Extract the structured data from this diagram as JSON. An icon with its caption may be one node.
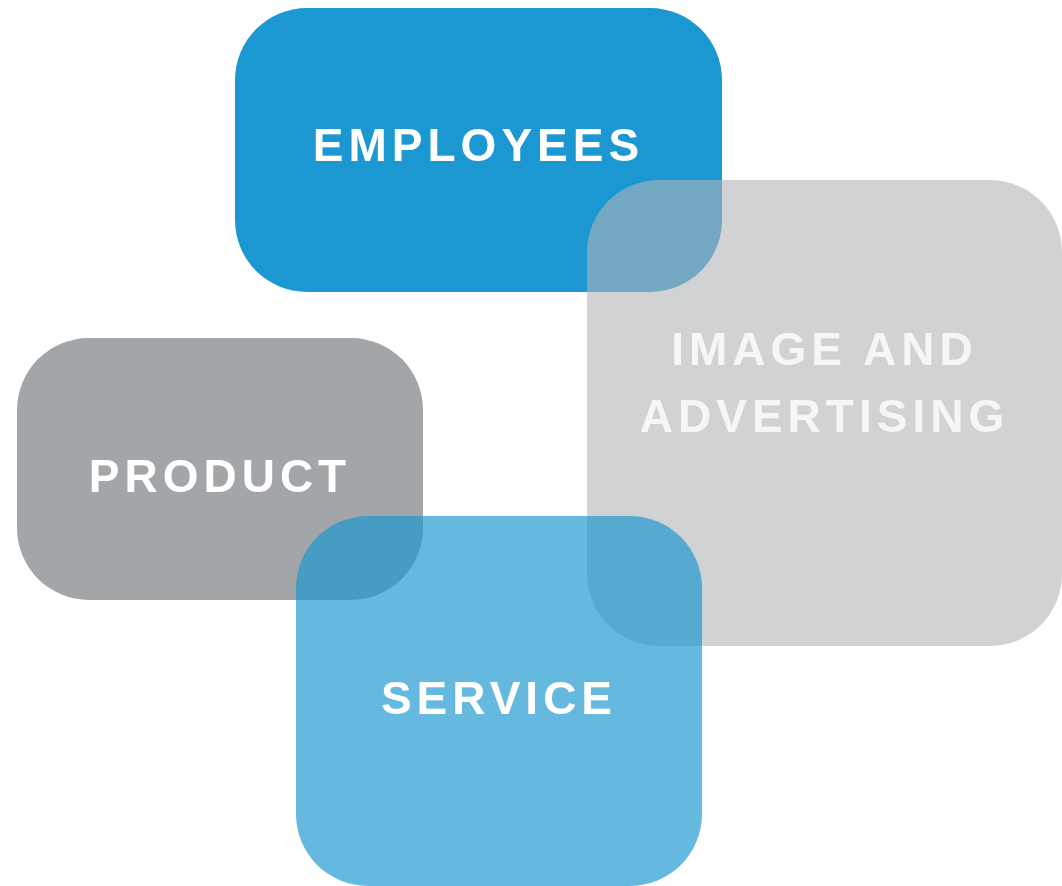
{
  "diagram": {
    "nodes": [
      {
        "text": [
          "EMPLOYEES"
        ]
      },
      {
        "text": [
          "IMAGE AND ADVERTISING"
        ]
      },
      {
        "text": [
          "PRODUCT"
        ]
      },
      {
        "text": [
          "SERVICE"
        ]
      }
    ]
  }
}
